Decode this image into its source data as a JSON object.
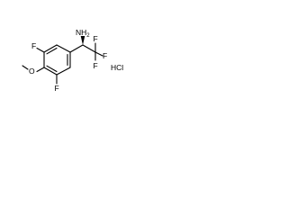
{
  "molecule": {
    "atoms": {
      "nh2": "NH",
      "nh2_subscript": "2",
      "f_cf3_top": "F",
      "f_cf3_right": "F",
      "f_cf3_bottom": "F",
      "f_ring_top": "F",
      "f_ring_bottom": "F",
      "o_methoxy": "O"
    },
    "salt": "HCl"
  }
}
